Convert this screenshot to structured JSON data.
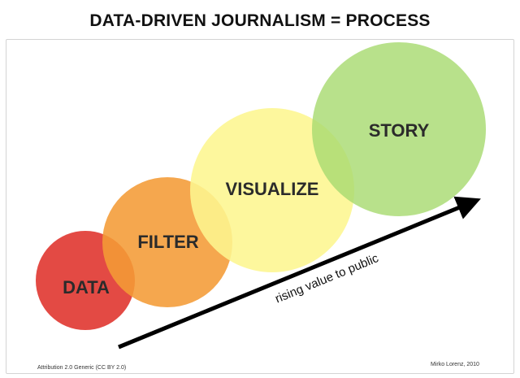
{
  "title": "DATA-DRIVEN JOURNALISM = PROCESS",
  "stages": [
    {
      "label": "DATA",
      "color": "#e2403a"
    },
    {
      "label": "FILTER",
      "color": "#f49b36"
    },
    {
      "label": "VISUALIZE",
      "color": "#fdf690"
    },
    {
      "label": "STORY",
      "color": "#aedd7c"
    }
  ],
  "arrow_label": "rising value to public",
  "attribution": "Attribution 2.0 Generic (CC BY 2.0)",
  "author_credit": "Mirko Lorenz, 2010"
}
